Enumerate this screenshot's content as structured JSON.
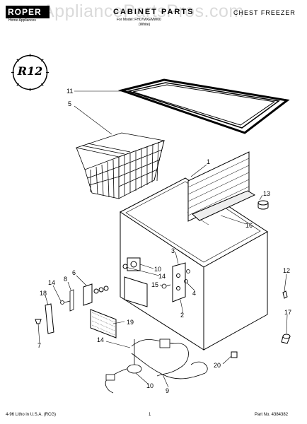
{
  "header": {
    "brand": "ROPER",
    "brand_sub": "Home Appliances",
    "title": "CABINET PARTS",
    "subtitle_line1": "For Model: FH07MXEMW00",
    "subtitle_line2": "(White)",
    "category": "CHEST FREEZER",
    "watermark": "AppliancePartsPros.com"
  },
  "badge": {
    "text": "R12"
  },
  "callouts": [
    "11",
    "5",
    "1",
    "13",
    "16",
    "3",
    "10",
    "14",
    "12",
    "6",
    "14",
    "8",
    "15",
    "4",
    "18",
    "19",
    "2",
    "17",
    "7",
    "14",
    "20",
    "10",
    "9"
  ],
  "footer": {
    "left": "4-96 Litho in U.S.A. (RCG)",
    "center": "1",
    "right": "Part No. 4384382"
  }
}
